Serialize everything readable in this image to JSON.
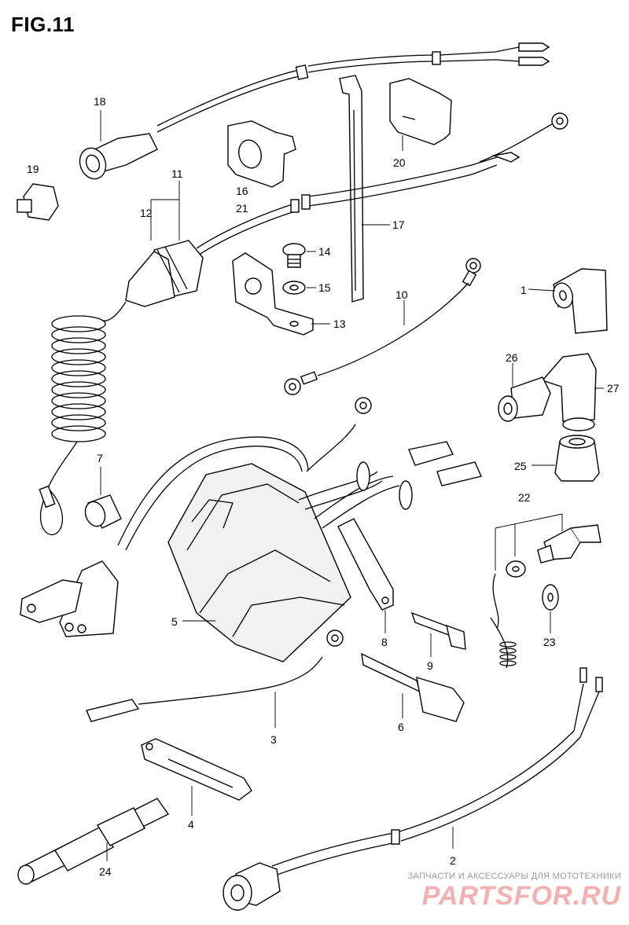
{
  "figure": {
    "title": "FIG.11"
  },
  "callouts": {
    "c1": "1",
    "c2": "2",
    "c3": "3",
    "c4": "4",
    "c5": "5",
    "c6": "6",
    "c7": "7",
    "c8": "8",
    "c9": "9",
    "c10": "10",
    "c11": "11",
    "c12": "12",
    "c13": "13",
    "c14": "14",
    "c15": "15",
    "c16": "16",
    "c17": "17",
    "c18": "18",
    "c19": "19",
    "c20": "20",
    "c21": "21",
    "c22": "22",
    "c23": "23",
    "c24": "24",
    "c25": "25",
    "c26": "26",
    "c27": "27"
  },
  "watermark": {
    "caption": "ЗАПЧАСТИ И АКСЕССУАРЫ ДЛЯ МОТОТЕХНИКИ",
    "brand": "PARTSFOR.RU"
  },
  "colors": {
    "line": "#000000",
    "background": "#ffffff",
    "watermark_brand": "#f2b0b0"
  }
}
